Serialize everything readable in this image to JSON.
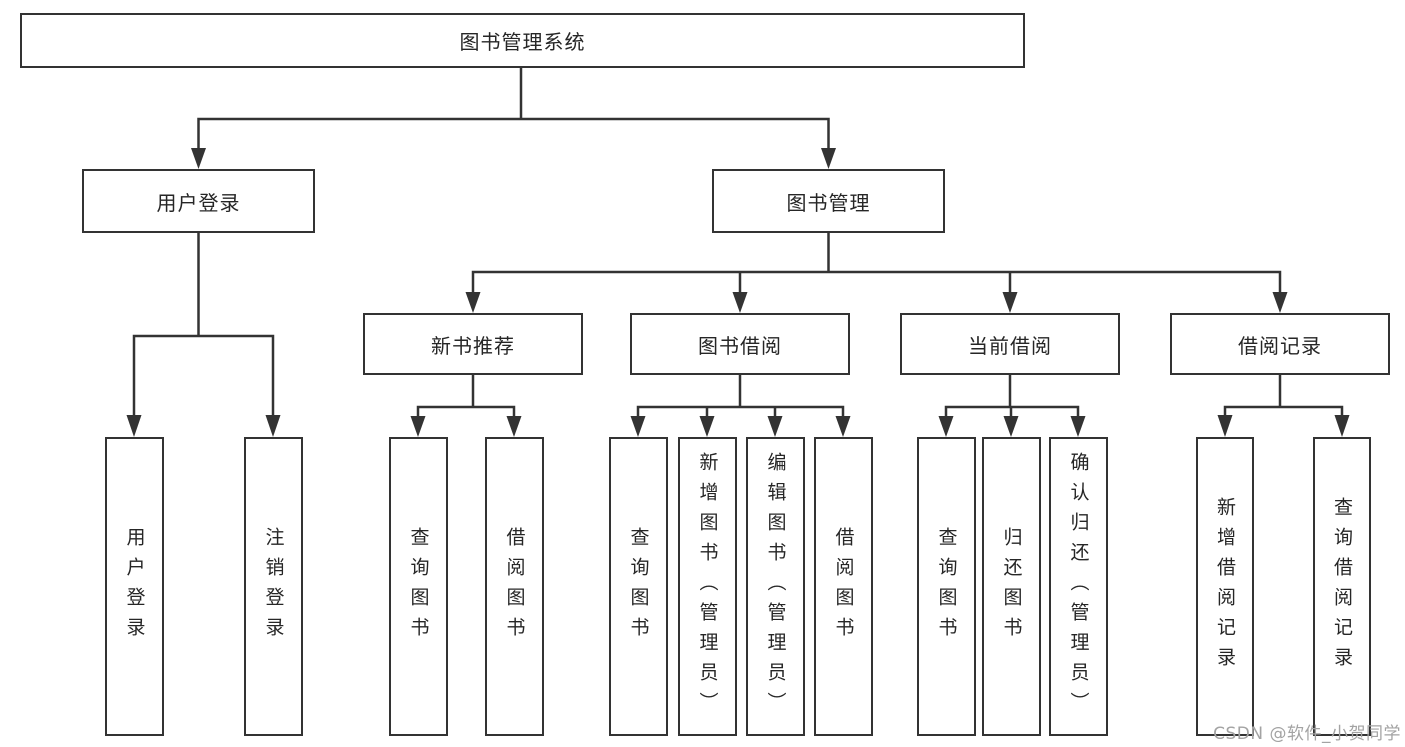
{
  "diagram": {
    "tree": {
      "label": "图书管理系统",
      "children": [
        {
          "label": "用户登录",
          "children": [
            {
              "label": "用户登录"
            },
            {
              "label": "注销登录"
            }
          ]
        },
        {
          "label": "图书管理",
          "children": [
            {
              "label": "新书推荐",
              "children": [
                {
                  "label": "查询图书"
                },
                {
                  "label": "借阅图书"
                }
              ]
            },
            {
              "label": "图书借阅",
              "children": [
                {
                  "label": "查询图书"
                },
                {
                  "label": "新增图书（管理员）"
                },
                {
                  "label": "编辑图书（管理员）"
                },
                {
                  "label": "借阅图书"
                }
              ]
            },
            {
              "label": "当前借阅",
              "children": [
                {
                  "label": "查询图书"
                },
                {
                  "label": "归还图书"
                },
                {
                  "label": "确认归还（管理员）"
                }
              ]
            },
            {
              "label": "借阅记录",
              "children": [
                {
                  "label": "新增借阅记录"
                },
                {
                  "label": "查询借阅记录"
                }
              ]
            }
          ]
        }
      ]
    }
  },
  "watermark": {
    "text": "CSDN @软件_小贺同学"
  },
  "colors": {
    "line": "#333333",
    "box_border": "#333333",
    "text": "#262626",
    "background": "#ffffff",
    "watermark": "#a3a3a3"
  }
}
